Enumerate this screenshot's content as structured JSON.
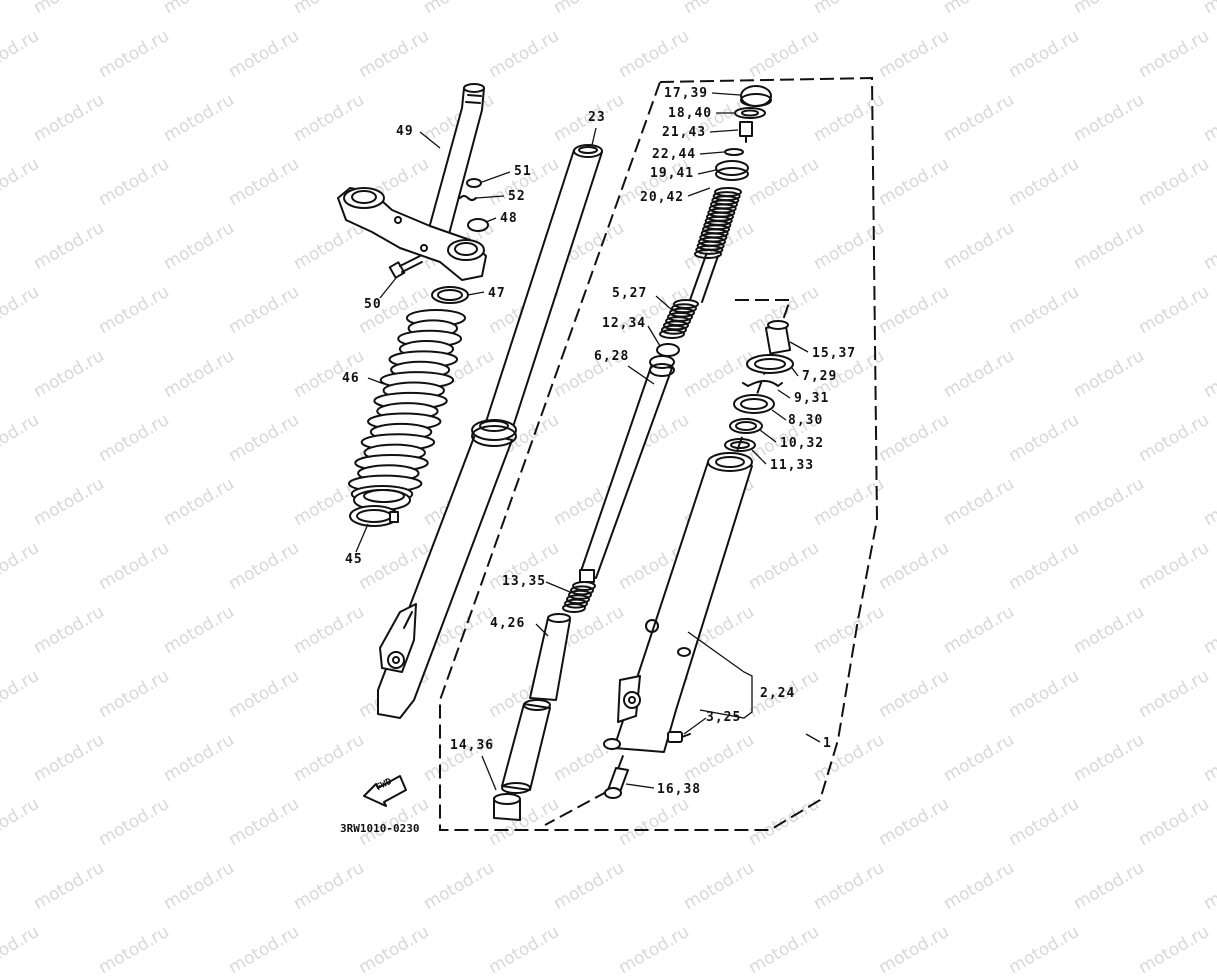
{
  "watermark": "motod.ru",
  "diagram_code": "3RW1010-0230",
  "fwd_label": "FWD",
  "callouts": [
    {
      "id": "49",
      "text": "49"
    },
    {
      "id": "51",
      "text": "51"
    },
    {
      "id": "52",
      "text": "52"
    },
    {
      "id": "48",
      "text": "48"
    },
    {
      "id": "50",
      "text": "50"
    },
    {
      "id": "47",
      "text": "47"
    },
    {
      "id": "46",
      "text": "46"
    },
    {
      "id": "45",
      "text": "45"
    },
    {
      "id": "23",
      "text": "23"
    },
    {
      "id": "17_39",
      "text": "17,39"
    },
    {
      "id": "18_40",
      "text": "18,40"
    },
    {
      "id": "21_43",
      "text": "21,43"
    },
    {
      "id": "22_44",
      "text": "22,44"
    },
    {
      "id": "19_41",
      "text": "19,41"
    },
    {
      "id": "20_42",
      "text": "20,42"
    },
    {
      "id": "5_27",
      "text": "5,27"
    },
    {
      "id": "12_34",
      "text": "12,34"
    },
    {
      "id": "6_28",
      "text": "6,28"
    },
    {
      "id": "15_37",
      "text": "15,37"
    },
    {
      "id": "7_29",
      "text": "7,29"
    },
    {
      "id": "9_31",
      "text": "9,31"
    },
    {
      "id": "8_30",
      "text": "8,30"
    },
    {
      "id": "10_32",
      "text": "10,32"
    },
    {
      "id": "11_33",
      "text": "11,33"
    },
    {
      "id": "13_35",
      "text": "13,35"
    },
    {
      "id": "4_26",
      "text": "4,26"
    },
    {
      "id": "2_24",
      "text": "2,24"
    },
    {
      "id": "3_25",
      "text": "3,25"
    },
    {
      "id": "14_36",
      "text": "14,36"
    },
    {
      "id": "16_38",
      "text": "16,38"
    },
    {
      "id": "1",
      "text": "1"
    }
  ]
}
